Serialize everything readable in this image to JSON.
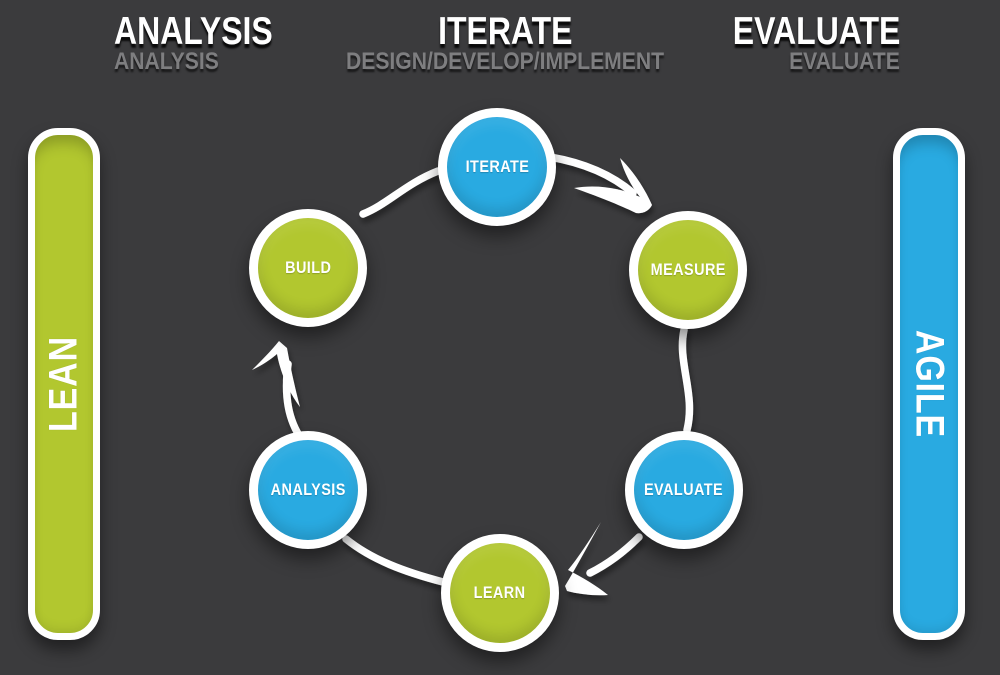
{
  "canvas": {
    "background": "#3b3b3d"
  },
  "palette": {
    "lean_green": "#b2c72f",
    "agile_blue": "#29aae1",
    "title_white": "#ffffff",
    "subtitle_gray": "#7e7e80"
  },
  "headers": {
    "left": {
      "title": "ANALYSIS",
      "subtitle": "ANALYSIS"
    },
    "center": {
      "title": "ITERATE",
      "subtitle": "DESIGN/DEVELOP/IMPLEMENT"
    },
    "right": {
      "title": "EVALUATE",
      "subtitle": "EVALUATE"
    }
  },
  "bars": {
    "left": {
      "label": "LEAN",
      "color": "#b2c72f"
    },
    "right": {
      "label": "AGILE",
      "color": "#29aae1"
    }
  },
  "cycle": {
    "direction": "clockwise",
    "nodes": [
      {
        "id": "iterate",
        "label": "ITERATE",
        "color": "#29aae1"
      },
      {
        "id": "measure",
        "label": "MEASURE",
        "color": "#b2c72f"
      },
      {
        "id": "evaluate",
        "label": "EVALUATE",
        "color": "#29aae1"
      },
      {
        "id": "learn",
        "label": "LEARN",
        "color": "#b2c72f"
      },
      {
        "id": "analysis",
        "label": "ANALYSIS",
        "color": "#29aae1"
      },
      {
        "id": "build",
        "label": "BUILD",
        "color": "#b2c72f"
      }
    ]
  }
}
